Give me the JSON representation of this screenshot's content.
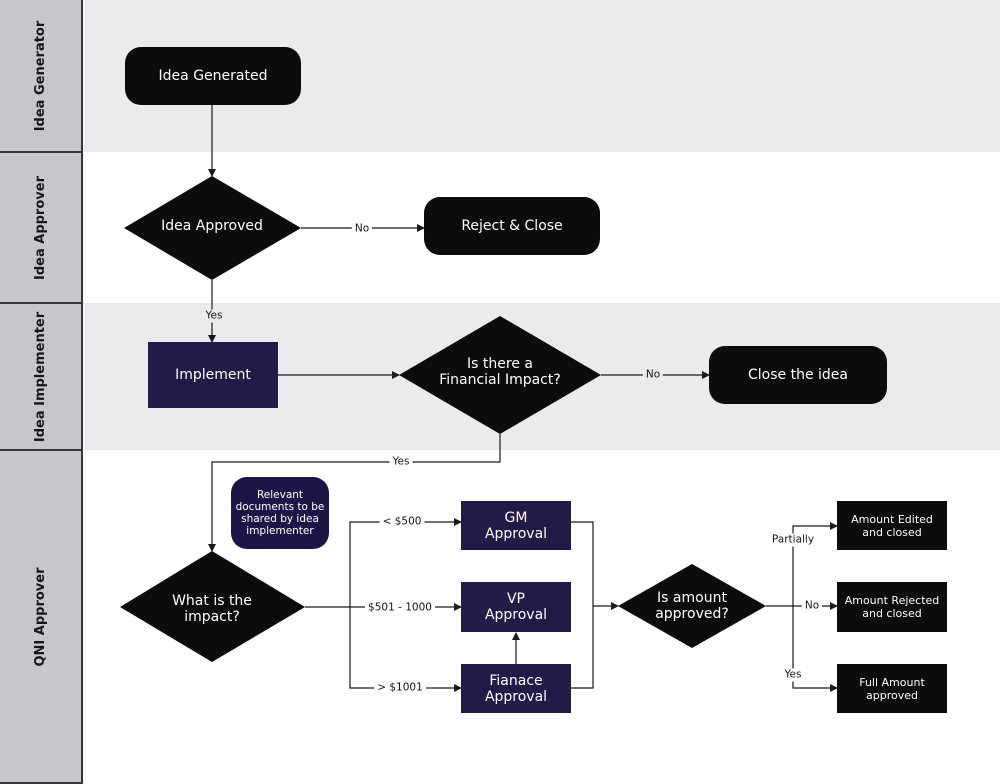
{
  "lanes": [
    {
      "label": "Idea Generator"
    },
    {
      "label": "Idea Approver"
    },
    {
      "label": "Idea Implementer"
    },
    {
      "label": "QNI Approver"
    }
  ],
  "nodes": {
    "idea_generated": "Idea Generated",
    "idea_approved": "Idea Approved",
    "reject_close": "Reject & Close",
    "implement": "Implement",
    "financial_impact": "Is there a\nFinancial Impact?",
    "close_idea": "Close the idea",
    "relevant_docs": "Relevant documents to be shared by idea implementer",
    "what_impact": "What is the\nimpact?",
    "gm_approval": "GM\nApproval",
    "vp_approval": "VP\nApproval",
    "finance_approval": "Fianace\nApproval",
    "amount_approved": "Is amount\napproved?",
    "amount_edited": "Amount Edited\nand closed",
    "amount_rejected": "Amount Rejected\nand closed",
    "full_amount": "Full Amount\napproved"
  },
  "edge_labels": {
    "approve_no": "No",
    "approve_yes": "Yes",
    "impact_no": "No",
    "impact_yes": "Yes",
    "lt500": "< $500",
    "range_501_1000": "$501 - 1000",
    "gt1001": "> $1001",
    "partially": "Partially",
    "amount_no": "No",
    "amount_yes": "Yes"
  }
}
